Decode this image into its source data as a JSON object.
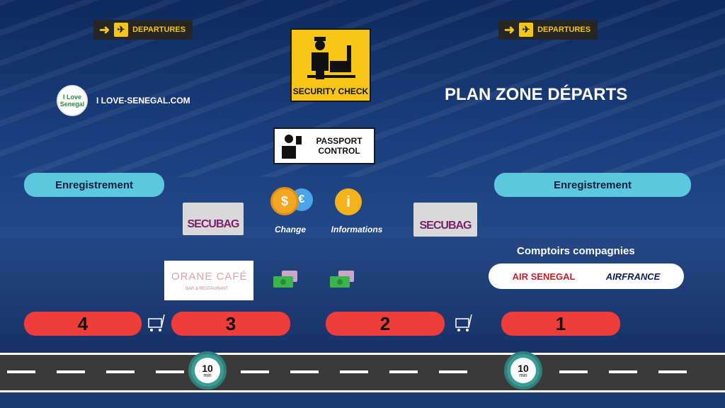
{
  "signs": {
    "departures_left": "DEPARTURES",
    "departures_right": "DEPARTURES",
    "security": "SECURITY CHECK",
    "passport_line1": "PASSPORT",
    "passport_line2": "CONTROL"
  },
  "brand": {
    "logo_line1": "I Love",
    "logo_line2": "Senegal",
    "site": "I LOVE-SENEGAL.COM"
  },
  "title": "PLAN ZONE DÉPARTS",
  "checkin_left": "Enregistrement",
  "checkin_right": "Enregistrement",
  "services": {
    "secubag": "SECUBAG",
    "change": "Change",
    "informations": "Informations",
    "orane_name": "ORANE CAFÉ",
    "orane_sub": "BAR & RESTAURANT"
  },
  "comptoirs": "Comptoirs compagnies",
  "airlines": {
    "air_senegal": "AIR SENEGAL",
    "air_france": "AIRFRANCE"
  },
  "zones": {
    "z4": "4",
    "z3": "3",
    "z2": "2",
    "z1": "1"
  },
  "timers": {
    "value": "10",
    "unit": "min"
  },
  "colors": {
    "cyan": "#5bc8dd",
    "red": "#ee3d3a",
    "yellow": "#f6c518"
  }
}
